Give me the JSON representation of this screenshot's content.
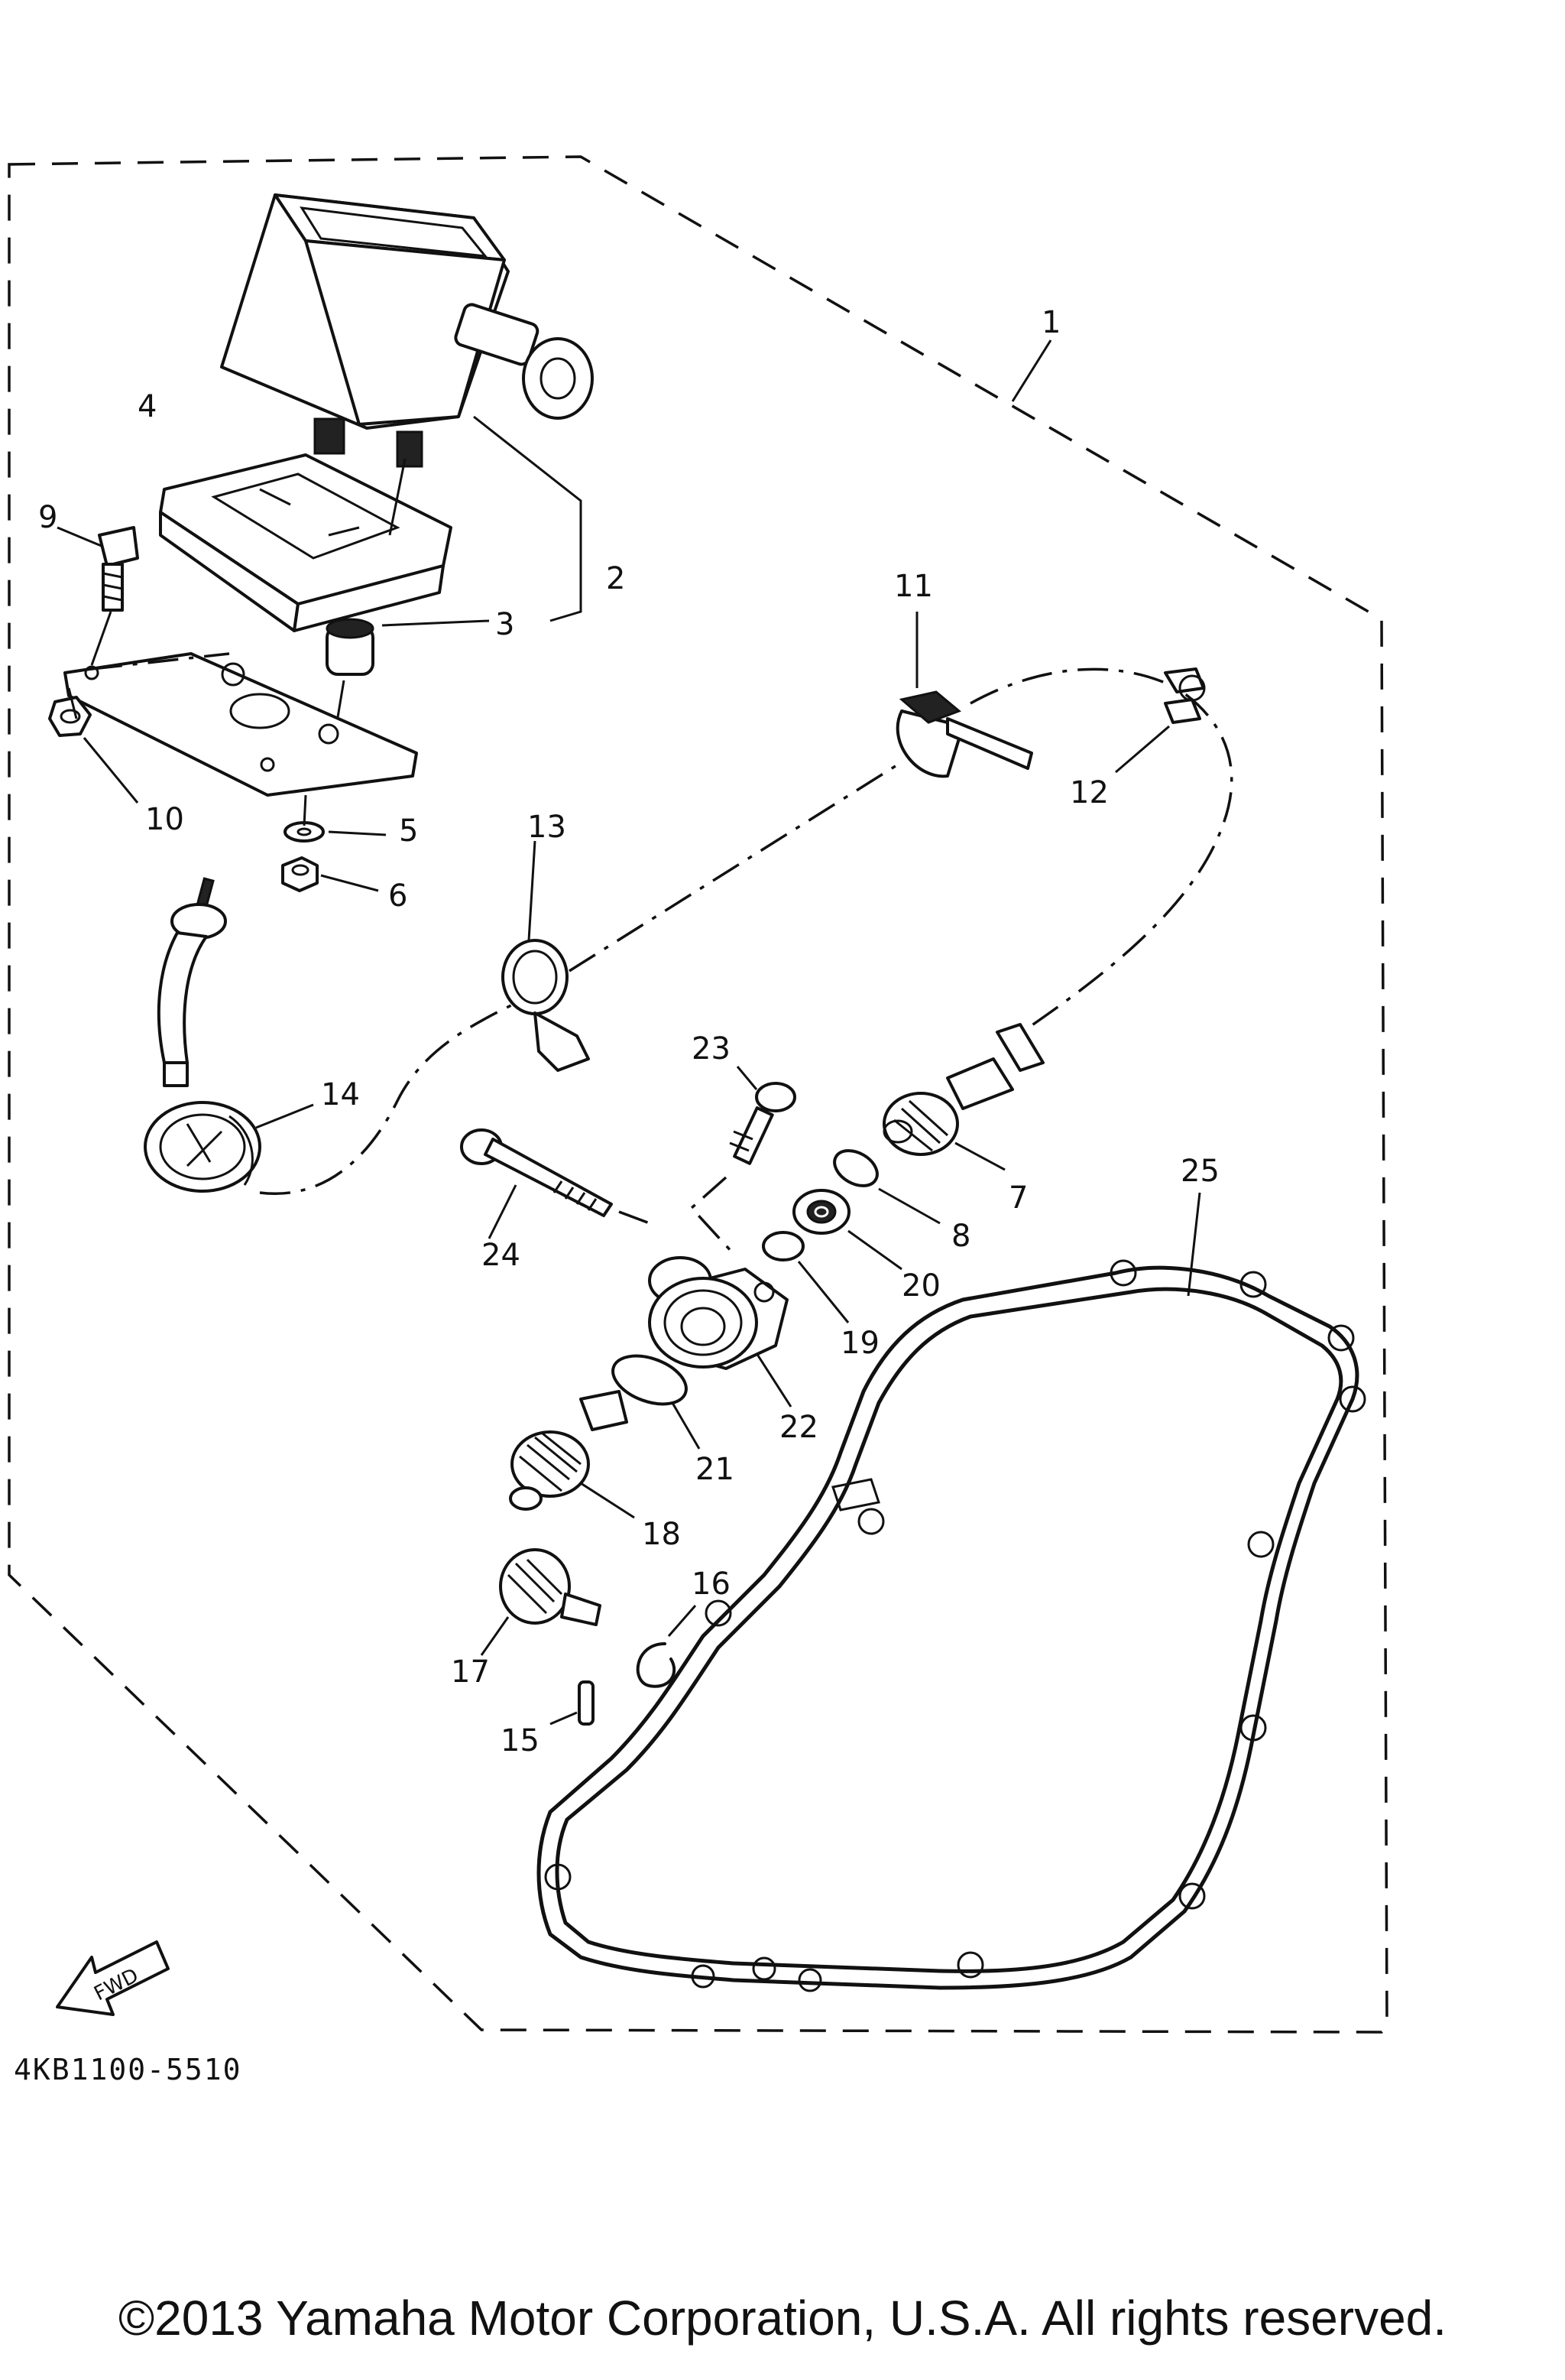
{
  "diagram": {
    "part_code": "4KB1100-5510",
    "fwd_label": "FWD",
    "callouts": [
      "1",
      "2",
      "3",
      "4",
      "5",
      "6",
      "7",
      "8",
      "9",
      "10",
      "11",
      "12",
      "13",
      "14",
      "15",
      "16",
      "17",
      "18",
      "19",
      "20",
      "21",
      "22",
      "23",
      "24",
      "25"
    ]
  },
  "footer": {
    "copyright": "©2013 Yamaha Motor Corporation, U.S.A. All rights reserved."
  }
}
